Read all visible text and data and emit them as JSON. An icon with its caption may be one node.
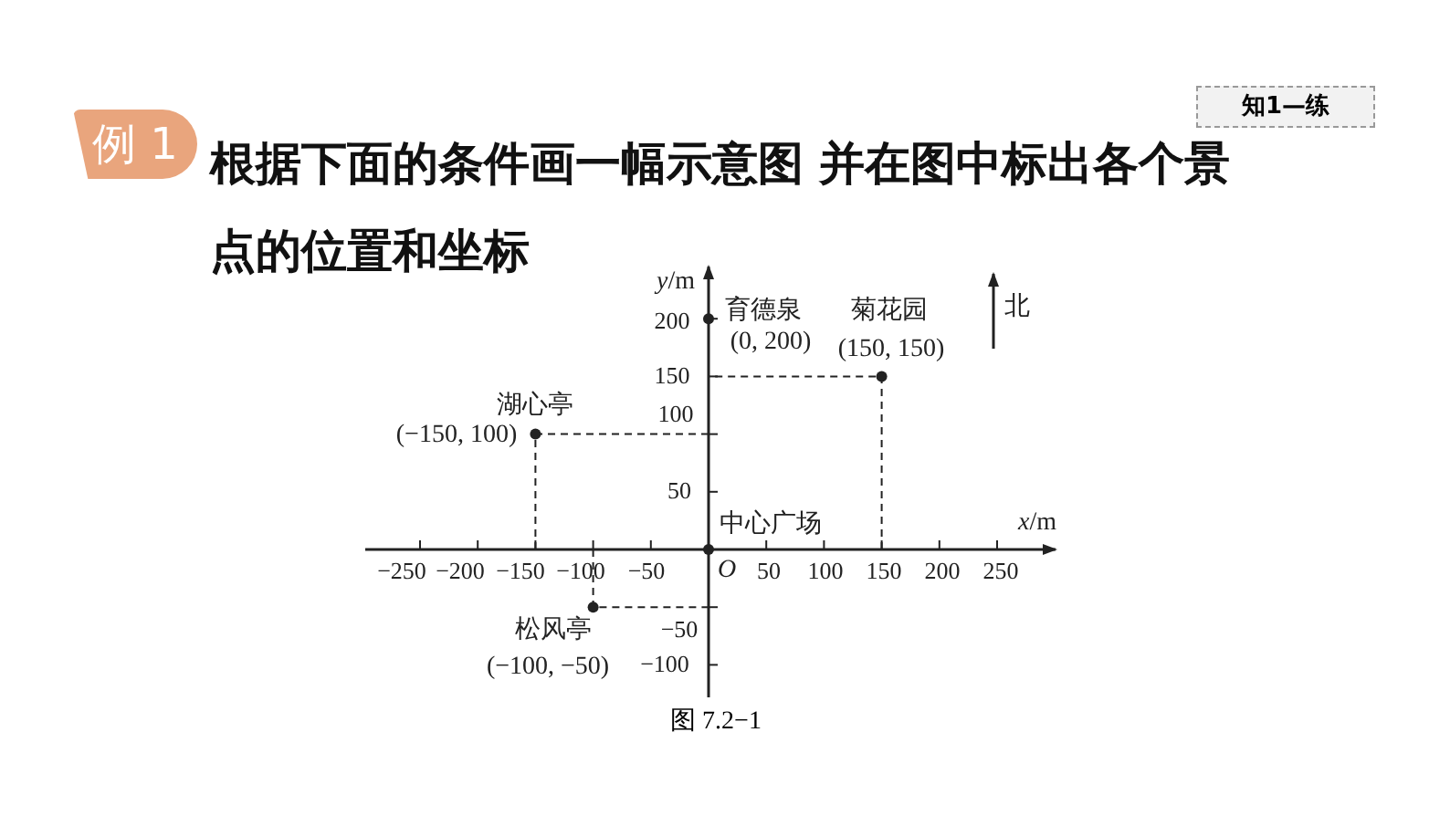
{
  "diagram": {
    "title": "根据下面的条件画一幅示意图 并在图中标出各个景点的位置和坐标",
    "caption": "图 7.2−1",
    "labels": [
      "例 1",
      "知1—练",
      "*y*/m",
      "200",
      "育德泉",
      "(0, 200)",
      "菊花园",
      "(150, 150)",
      "北",
      "150",
      "湖心亭",
      "(−150, 100)",
      "100",
      "50",
      "中心广场",
      "*x*/m",
      "−250",
      "−200",
      "−150",
      "−100",
      "−50",
      "*O*",
      "50",
      "100",
      "150",
      "200",
      "250",
      "松风亭",
      "−50",
      "(−100, −50)",
      "−100"
    ]
  }
}
